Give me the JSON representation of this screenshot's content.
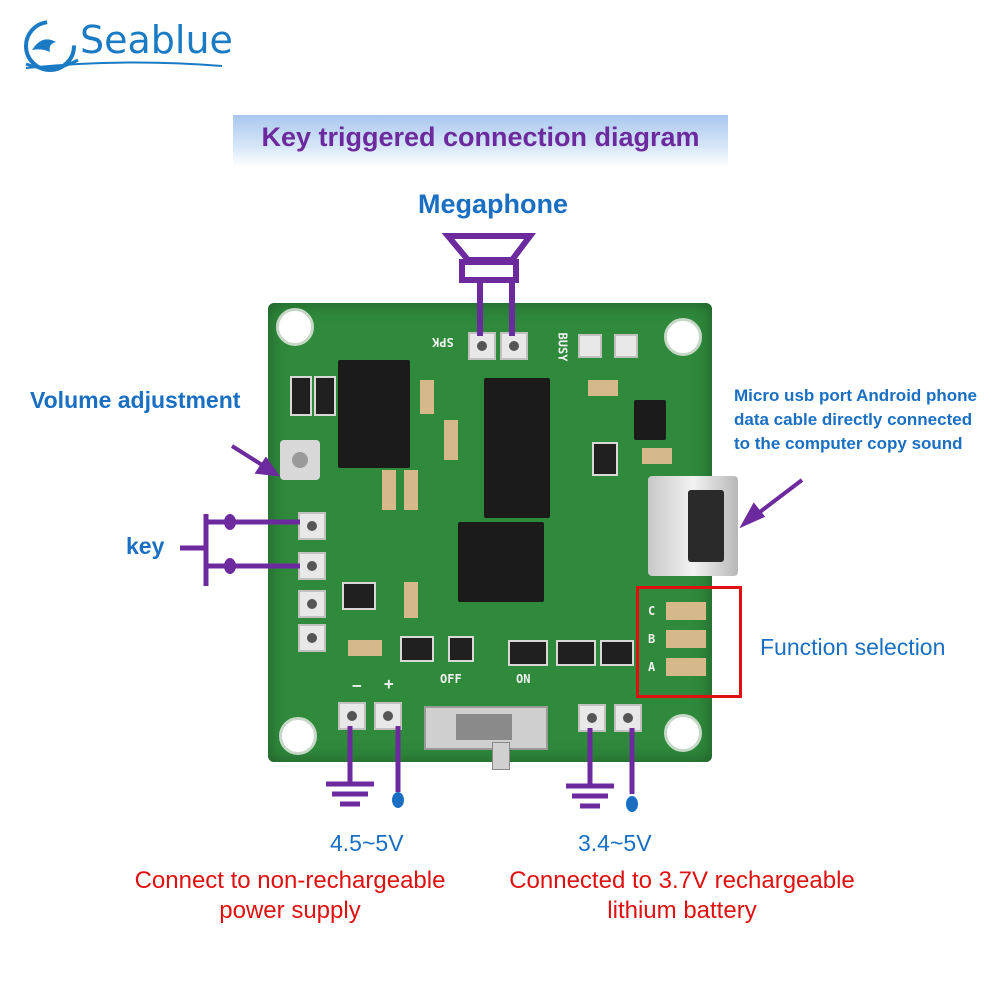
{
  "logo": {
    "brand": "Seablue"
  },
  "title": "Key triggered connection diagram",
  "labels": {
    "megaphone": "Megaphone",
    "volume": "Volume adjustment",
    "key": "key",
    "usb_line1": "Micro usb port Android phone",
    "usb_line2": "data cable directly connected",
    "usb_line3": "to the computer copy sound",
    "function_selection": "Function selection",
    "left_voltage": "4.5~5V",
    "right_voltage": "3.4~5V",
    "left_desc_line1": "Connect to non-rechargeable",
    "left_desc_line2": "power supply",
    "right_desc_line1": "Connected to 3.7V rechargeable",
    "right_desc_line2": "lithium battery"
  },
  "silkscreen": {
    "spk": "SPK",
    "busy": "BUSY",
    "off": "OFF",
    "on": "ON",
    "minus": "−",
    "plus": "+",
    "a": "A",
    "b": "B",
    "c": "C"
  },
  "colors": {
    "blue_label": "#1a6fc2",
    "red_label": "#e01010",
    "purple_line": "#6d2a9e",
    "pcb_green": "#2f8a3c"
  }
}
